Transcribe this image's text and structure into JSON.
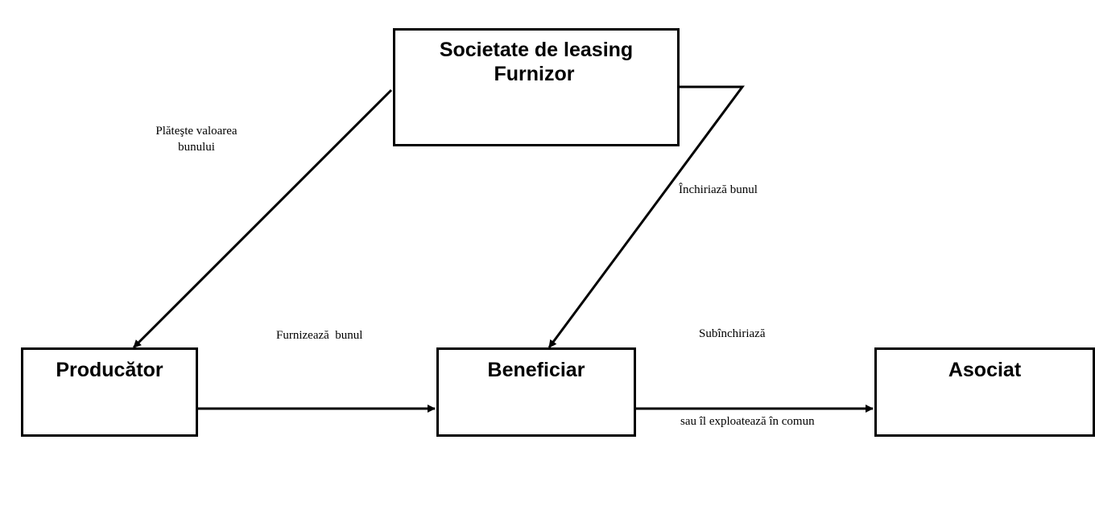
{
  "nodes": {
    "leasing_company": {
      "line1": "Societate de leasing",
      "line2": "Furnizor"
    },
    "producer": {
      "label": "Producător"
    },
    "beneficiary": {
      "label": "Beneficiar"
    },
    "associate": {
      "label": "Asociat"
    }
  },
  "edges": {
    "pays_value": {
      "line1": "Plăteşte valoarea",
      "line2": "bunului"
    },
    "rents_asset": {
      "label": "Închiriază bunul"
    },
    "supplies_asset": {
      "label": "Furnizează  bunul"
    },
    "subleases": {
      "label": "Subînchiriază"
    },
    "joint_operation": {
      "label": "sau îl exploatează în comun"
    }
  },
  "colors": {
    "stroke": "#000000",
    "background": "#ffffff"
  }
}
